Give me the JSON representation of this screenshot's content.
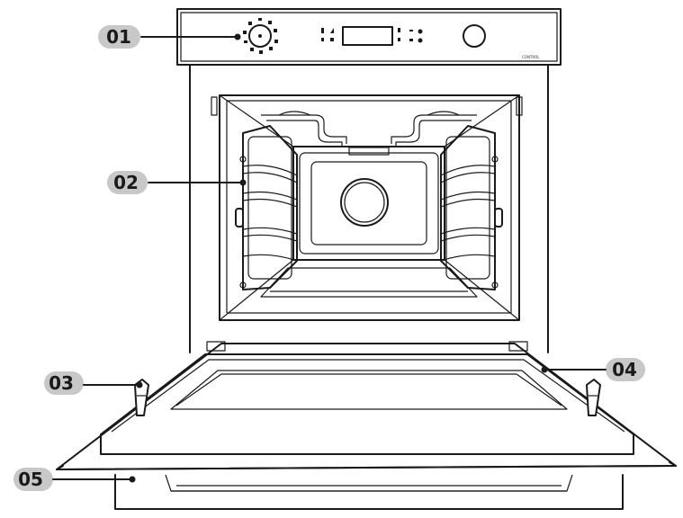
{
  "callouts": [
    {
      "id": "01"
    },
    {
      "id": "02"
    },
    {
      "id": "03"
    },
    {
      "id": "04"
    },
    {
      "id": "05"
    }
  ],
  "control_panel": {
    "brand_text": "CONTROL"
  },
  "colors": {
    "badge": "#c8c8c8",
    "stroke": "#1a1a1a",
    "background": "#ffffff"
  }
}
